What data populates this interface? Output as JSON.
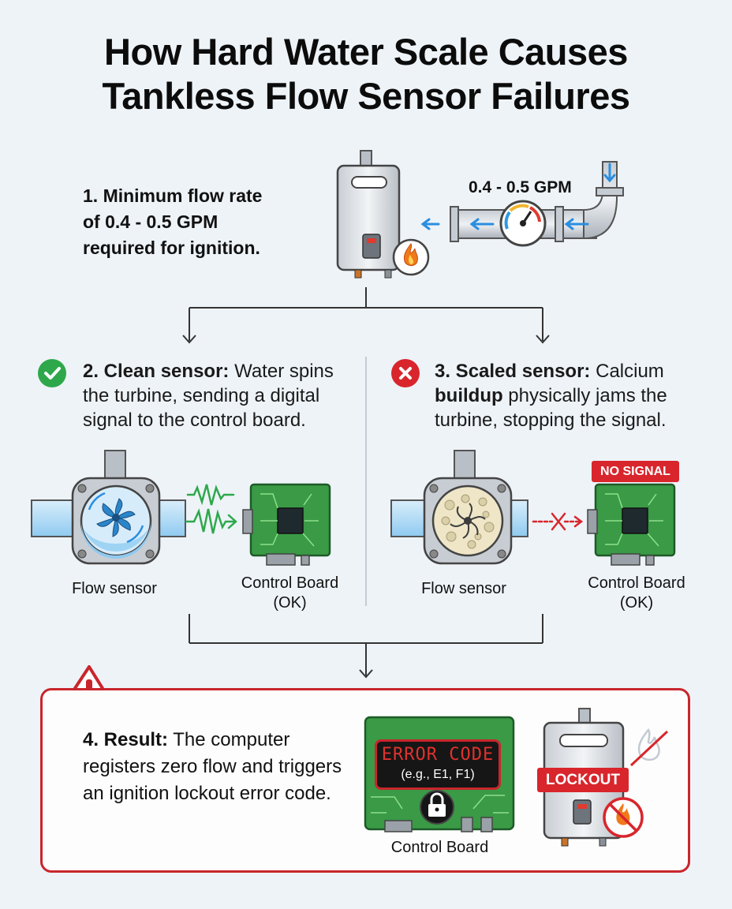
{
  "title": {
    "line1": "How Hard Water Scale Causes",
    "line2": "Tankless Flow Sensor Failures"
  },
  "step1": {
    "line1": "1. Minimum flow rate",
    "line2": "of 0.4 - 0.5 GPM",
    "line3": "required for ignition.",
    "gpm_label": "0.4 - 0.5 GPM"
  },
  "step2": {
    "lead": "2. Clean sensor:",
    "text": " Water spins the turbine, sending a digital signal to the control board.",
    "sensor_caption": "Flow sensor",
    "board_caption_line1": "Control Board",
    "board_caption_line2": "(OK)"
  },
  "step3": {
    "lead": "3. Scaled sensor:",
    "text_a": " Calcium ",
    "bold_word": "buildup",
    "text_b": " physically jams the turbine, stopping the signal.",
    "no_signal": "NO SIGNAL",
    "sensor_caption": "Flow sensor",
    "board_caption_line1": "Control Board",
    "board_caption_line2": "(OK)"
  },
  "step4": {
    "lead": "4. Result:",
    "text": " The computer registers zero flow and triggers an ignition lockout error code.",
    "error_code": "ERROR CODE",
    "error_example": "(e.g., E1, F1)",
    "board_caption": "Control Board",
    "lockout": "LOCKOUT"
  },
  "icons": [
    "warning-icon",
    "check-icon",
    "x-icon",
    "flame-icon",
    "lock-icon",
    "no-flame-icon",
    "pressure-gauge-icon",
    "turbine-icon"
  ],
  "colors": {
    "ok_green": "#2ea84a",
    "error_red": "#d8262c",
    "water_blue": "#4aa3e0",
    "board_green": "#3a9a46",
    "flame_orange": "#f07a1a"
  }
}
